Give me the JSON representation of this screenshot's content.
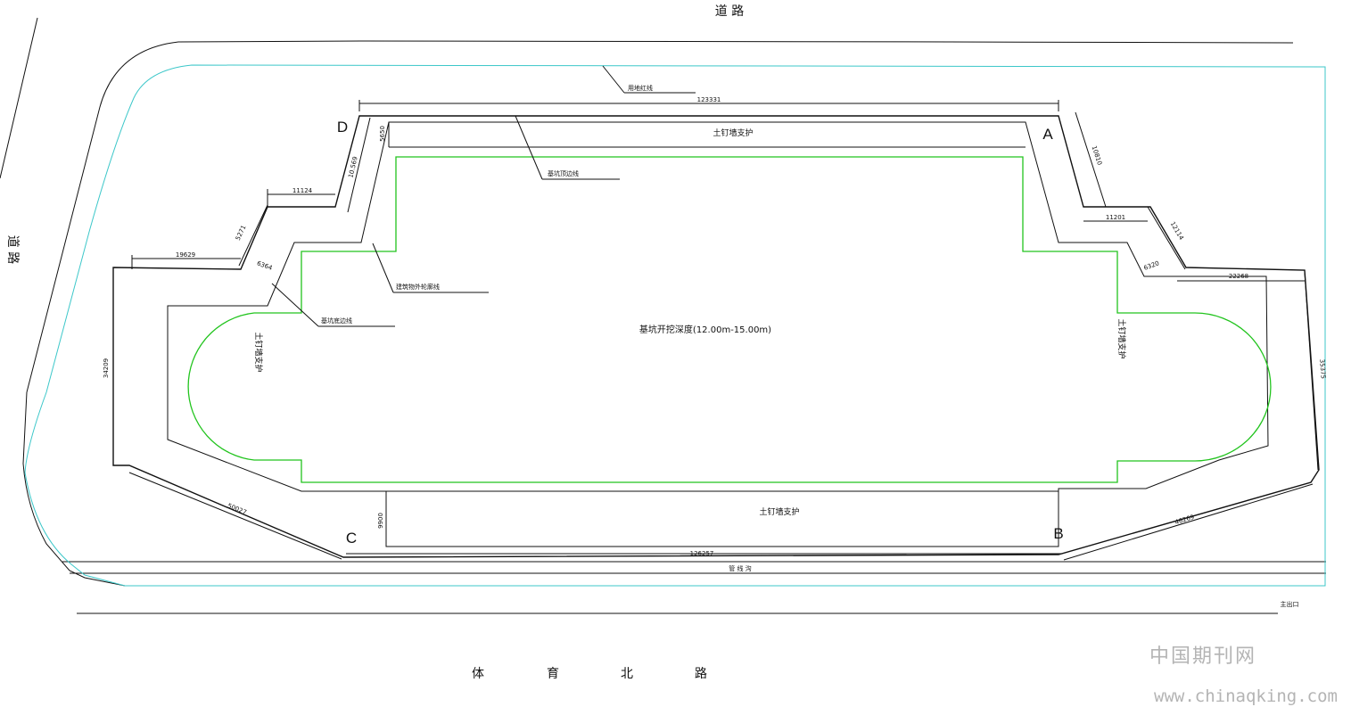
{
  "roads": {
    "top": "道 路",
    "left": "道 路",
    "bottom": [
      "体",
      "育",
      "北",
      "路"
    ]
  },
  "corners": {
    "a": "A",
    "b": "B",
    "c": "C",
    "d": "D"
  },
  "labels": {
    "property_line": "用地红线",
    "pit_top_line": "基坑顶边线",
    "building_outline": "建筑物外轮廓线",
    "pit_bottom_line": "基坑底边线",
    "excavation_depth": "基坑开挖深度(12.00m-15.00m)",
    "soil_nail_top": "土钉墙支护",
    "soil_nail_bottom": "土钉墙支护",
    "soil_nail_left": "土钉墙支护",
    "soil_nail_right": "土钉墙支护",
    "ditch": "管 线 沟",
    "main_exit": "主出口"
  },
  "dimensions": {
    "top": "123331",
    "d_vertical": "5650",
    "d_diag": "10.569",
    "left_step_h": "11124",
    "left_step_diag": "5271",
    "left_h": "19629",
    "left_small": "6364",
    "left_vertical": "34209",
    "a_diag": "10810",
    "right_step_h": "11201",
    "right_step_diag": "12114",
    "right_small": "6320",
    "right_h": "22268",
    "right_vertical": "35375",
    "bottom": "126257",
    "c_vertical": "9900",
    "c_diag": "50027",
    "b_diag": "46269"
  },
  "watermark": {
    "cn": "中国期刊网",
    "url": "www.chinaqking.com"
  }
}
